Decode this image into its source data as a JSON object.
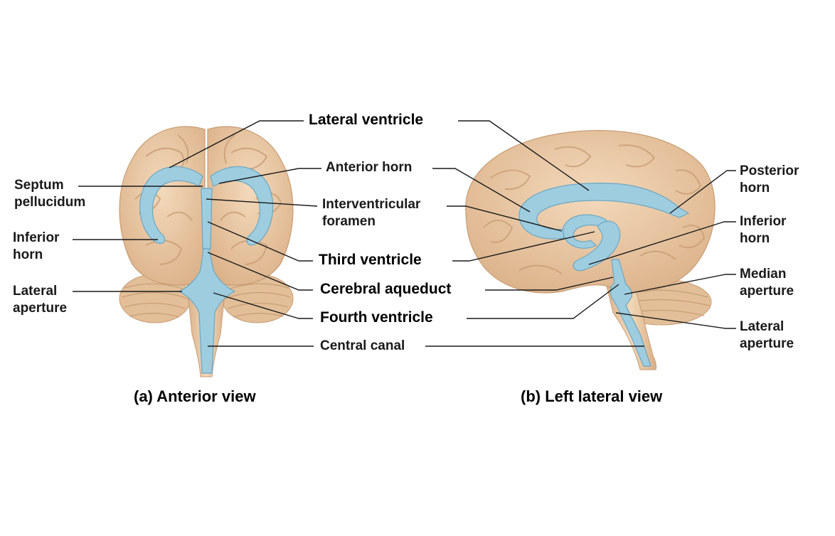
{
  "labels": {
    "lateral_ventricle": "Lateral ventricle",
    "anterior_horn": "Anterior horn",
    "interventricular_foramen": [
      "Interventricular",
      "foramen"
    ],
    "third_ventricle": "Third ventricle",
    "cerebral_aqueduct": "Cerebral aqueduct",
    "fourth_ventricle": "Fourth ventricle",
    "central_canal": "Central canal",
    "septum_pellucidum": [
      "Septum",
      "pellucidum"
    ],
    "inferior_horn_left": [
      "Inferior",
      "horn"
    ],
    "lateral_aperture_left": [
      "Lateral",
      "aperture"
    ],
    "posterior_horn": [
      "Posterior",
      "horn"
    ],
    "inferior_horn_right": [
      "Inferior",
      "horn"
    ],
    "median_aperture": [
      "Median",
      "aperture"
    ],
    "lateral_aperture_right": [
      "Lateral",
      "aperture"
    ]
  },
  "captions": {
    "anterior": "(a) Anterior view",
    "lateral": "(b) Left lateral view"
  },
  "colors": {
    "brain_fill": "#eccaa4",
    "brain_shadow": "#d8ae86",
    "ventricle_fill": "#9fcde0",
    "ventricle_edge": "#6aa7c2",
    "leader_line": "#1a1a1a"
  }
}
